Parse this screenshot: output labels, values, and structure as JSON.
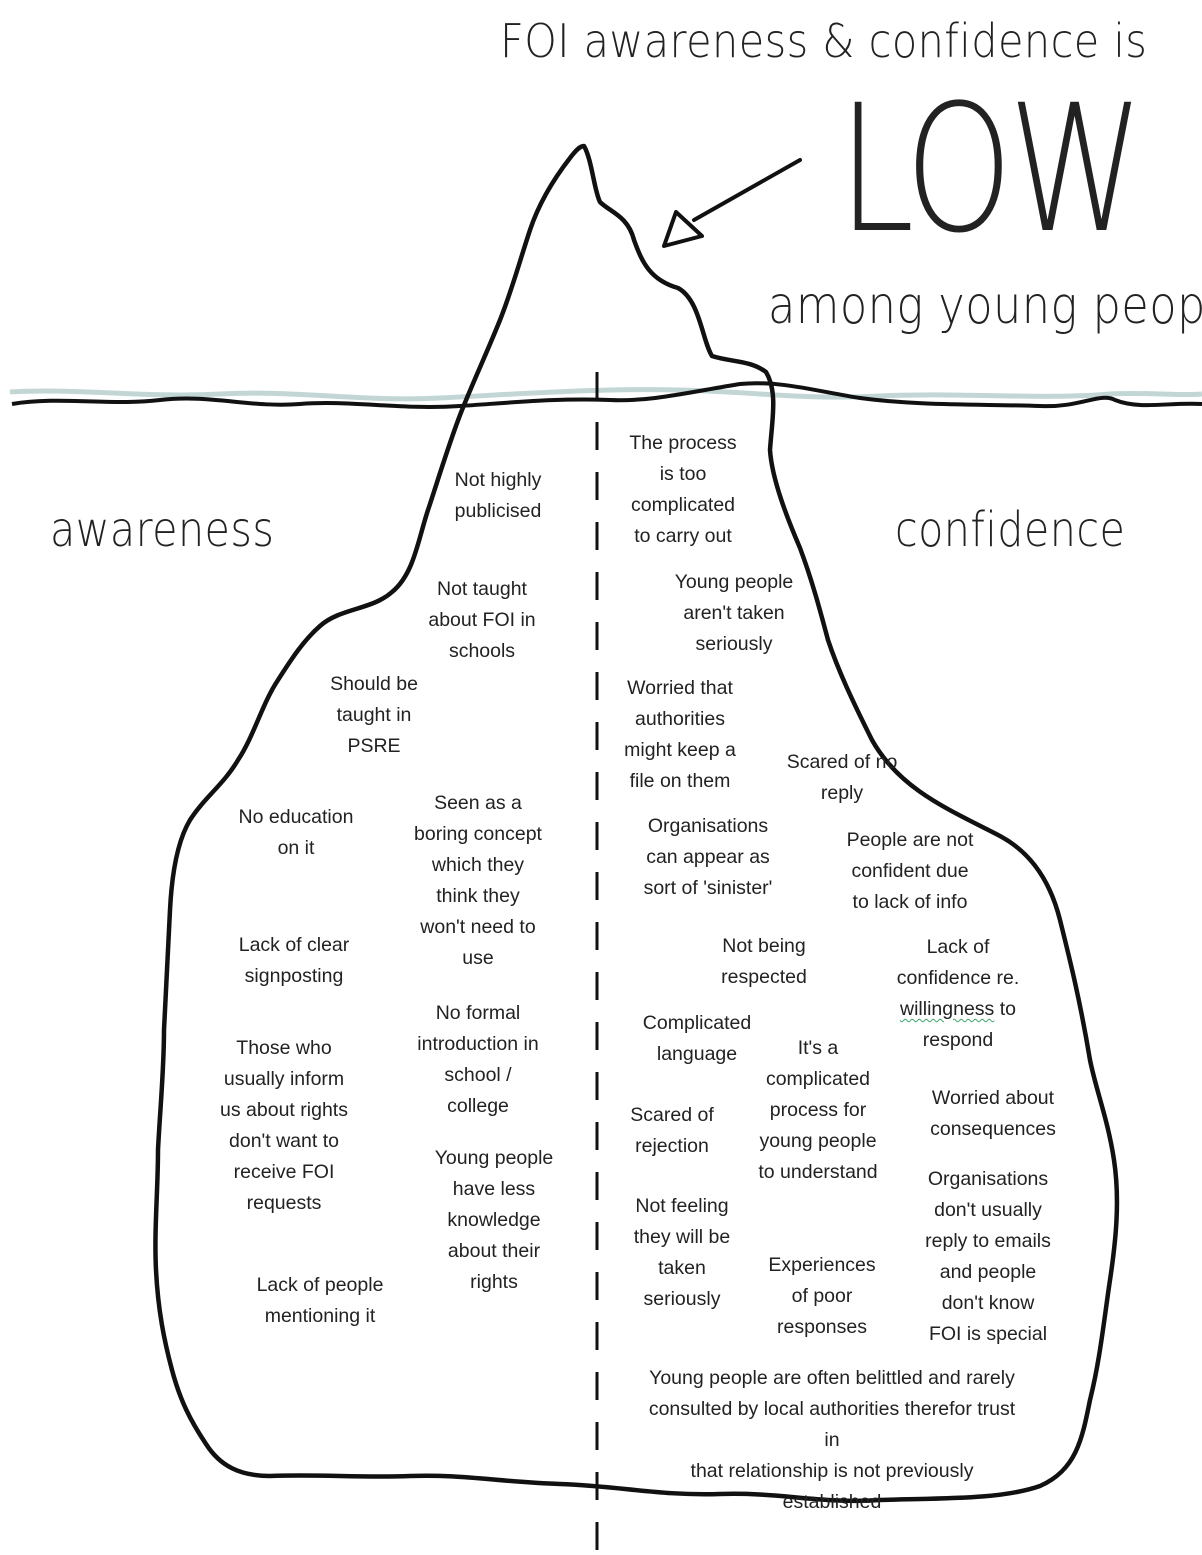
{
  "title": {
    "line1": "FOI awareness & confidence is",
    "emphasis": "LOW",
    "line2": "among young people"
  },
  "labels": {
    "awareness": "awareness",
    "confidence": "confidence"
  },
  "awareness_notes": [
    "Not highly\npublicised",
    "Not taught\nabout FOI in\nschools",
    "Should be\ntaught in\nPSRE",
    "No education\non it",
    "Seen as a\nboring concept\nwhich they\nthink they\nwon't need to\nuse",
    "Lack of clear\nsignposting",
    "No formal\nintroduction in\nschool /\ncollege",
    "Those who\nusually inform\nus about rights\ndon't want to\nreceive FOI\nrequests",
    "Young people\nhave less\nknowledge\nabout their\nrights",
    "Lack of people\nmentioning it"
  ],
  "confidence_notes": [
    "The process\nis too\ncomplicated\nto carry out",
    "Young people\naren't taken\nseriously",
    "Worried that\nauthorities\nmight keep a\nfile on them",
    "Scared of no\nreply",
    "Organisations\ncan appear as\nsort of 'sinister'",
    "People are not\nconfident due\nto lack of info",
    "Not being\nrespected",
    "Lack of\nconfidence re.",
    "willingness",
    " to\nrespond",
    "Complicated\nlanguage",
    "It's a\ncomplicated\nprocess for\nyoung people\nto understand",
    "Worried about\nconsequences",
    "Scared of\nrejection",
    "Organisations\ndon't usually\nreply to emails\nand people\ndon't know\nFOI is special",
    "Not feeling\nthey will be\ntaken\nseriously",
    "Experiences\nof poor\nresponses",
    "Young people are often belittled and rarely\nconsulted by local authorities therefor trust in\nthat relationship is not previously established"
  ],
  "colors": {
    "ink": "#111111",
    "waterline_shadow": "#9fb7b7",
    "spellcheck_underline": "#3aa56a"
  }
}
